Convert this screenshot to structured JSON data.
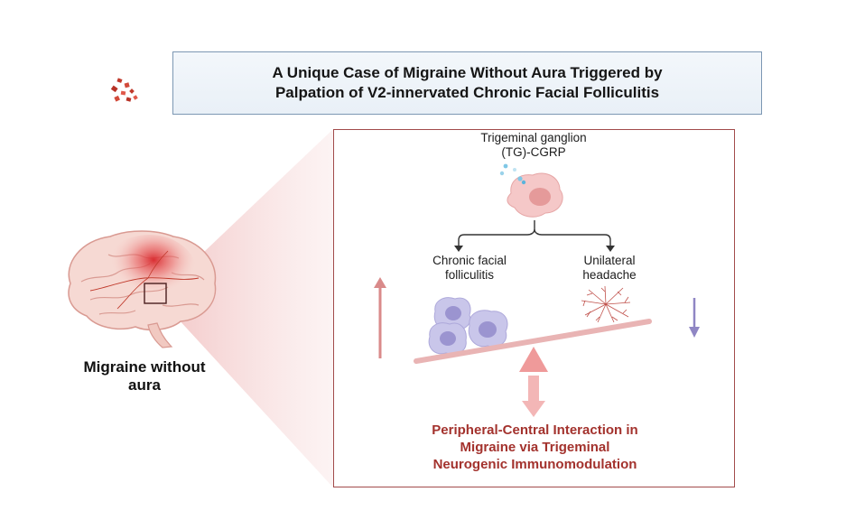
{
  "title": {
    "line1": "A Unique Case of Migraine Without Aura Triggered by",
    "line2": "Palpation of V2-innervated Chronic Facial Folliculitis"
  },
  "left": {
    "label_line1": "Migraine without",
    "label_line2": "aura"
  },
  "panel": {
    "ganglion_line1": "Trigeminal ganglion",
    "ganglion_line2": "(TG)-CGRP",
    "left_branch_line1": "Chronic facial",
    "left_branch_line2": "folliculitis",
    "right_branch_line1": "Unilateral",
    "right_branch_line2": "headache",
    "conclusion_line1": "Peripheral-Central Interaction in",
    "conclusion_line2": "Migraine via Trigeminal",
    "conclusion_line3": "Neurogenic Immunomodulation"
  },
  "colors": {
    "accent_red": "#a3322d",
    "panel_border": "#a24b4b",
    "title_border": "#7c97b3",
    "cell_purple": "#b9b9e4",
    "up_arrow": "#d98a8a",
    "down_arrow": "#8f86c4"
  },
  "icons": {
    "brain": "brain-icon",
    "ganglion": "neuron-cell-icon",
    "immune_cells": "immune-cells-icon",
    "nerve": "nerve-ending-icon"
  }
}
